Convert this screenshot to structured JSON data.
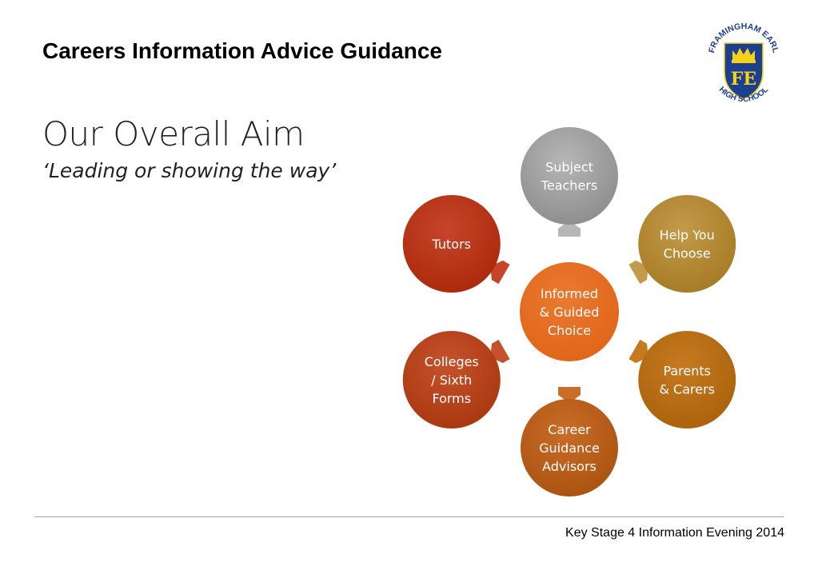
{
  "slide": {
    "header_title": "Careers Information Advice Guidance",
    "heading": "Our Overall Aim",
    "subtitle": "‘Leading or showing the way’",
    "footer": "Key Stage 4 Information Evening 2014"
  },
  "logo": {
    "top_text": "FRAMINGHAM EARL",
    "bottom_text": "HIGH SCHOOL",
    "initials": "FE"
  },
  "colors": {
    "background": "#ffffff",
    "divider": "#8fa9c0",
    "shield_blue": "#1d3f8f",
    "shield_yellow": "#f4d21a",
    "logo_text": "#1d3f8f"
  },
  "diagram": {
    "center": {
      "lines": [
        "Informed",
        "& Guided",
        "Choice"
      ],
      "color": "#ea7a30",
      "color_dark": "#e06418"
    },
    "nodes": [
      {
        "id": "subject-teachers",
        "lines": [
          "Subject",
          "Teachers"
        ],
        "color": "#b6b6b6",
        "color_dark": "#8c8c8c"
      },
      {
        "id": "help-you-choose",
        "lines": [
          "Help You",
          "Choose"
        ],
        "color": "#c39a4a",
        "color_dark": "#a57a24"
      },
      {
        "id": "parents-carers",
        "lines": [
          "Parents",
          "& Carers"
        ],
        "color": "#c67a20",
        "color_dark": "#a9620b"
      },
      {
        "id": "career-guidance-advisors",
        "lines": [
          "Career",
          "Guidance",
          "Advisors"
        ],
        "color": "#c96d28",
        "color_dark": "#a9520f"
      },
      {
        "id": "colleges-sixth-forms",
        "lines": [
          "Colleges",
          "/ Sixth",
          "Forms"
        ],
        "color": "#c5522a",
        "color_dark": "#a8360f"
      },
      {
        "id": "tutors",
        "lines": [
          "Tutors"
        ],
        "color": "#c6452a",
        "color_dark": "#ab280b"
      }
    ]
  }
}
